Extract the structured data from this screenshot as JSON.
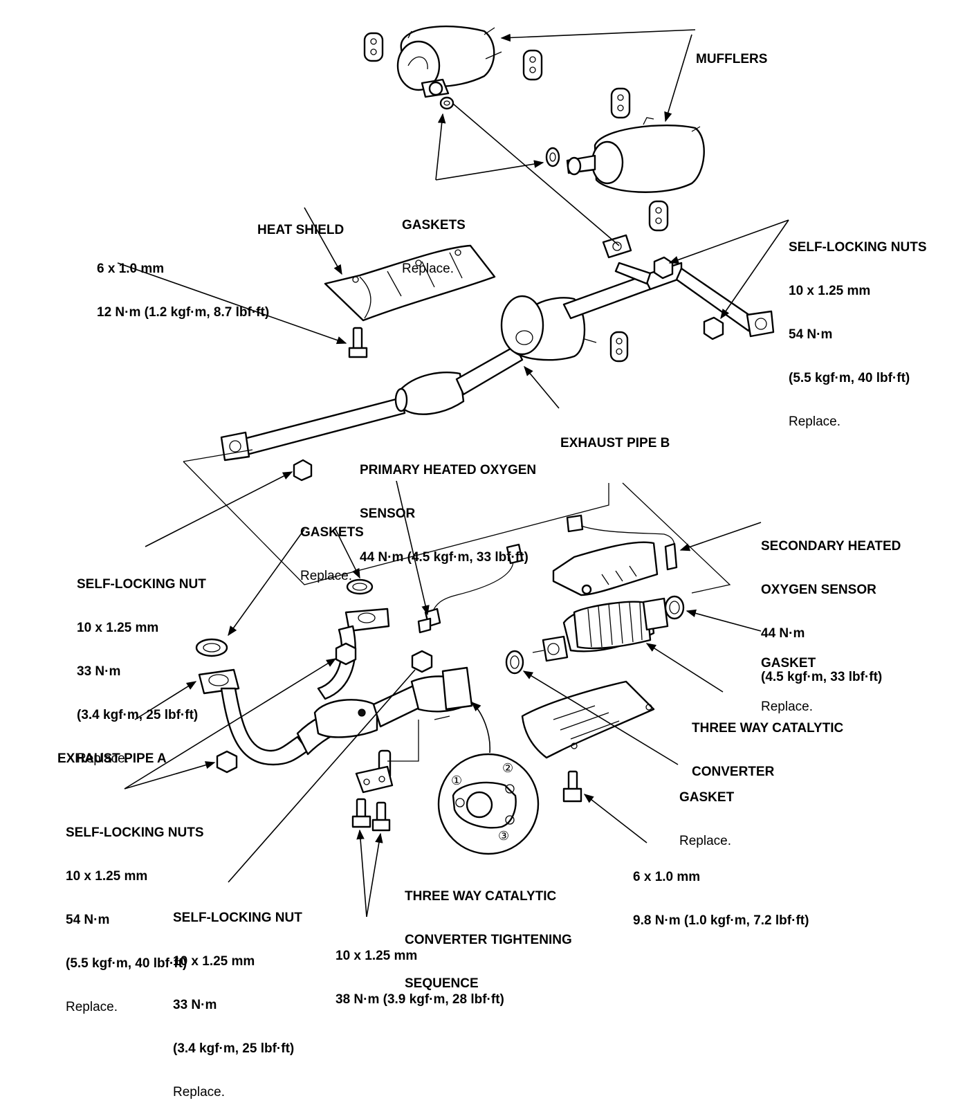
{
  "labels": {
    "mufflers": {
      "title": "MUFFLERS"
    },
    "gaskets_top": {
      "title": "GASKETS",
      "note": "Replace."
    },
    "heat_shield": {
      "title": "HEAT SHIELD"
    },
    "bolt_6x1_top": {
      "size": "6 x 1.0 mm",
      "torque": "12 N·m (1.2 kgf·m, 8.7 lbf·ft)"
    },
    "nuts_top_right": {
      "title": "SELF-LOCKING NUTS",
      "size": "10 x 1.25 mm",
      "torque": "54 N·m",
      "torque_alt": "(5.5 kgf·m, 40 lbf·ft)",
      "note": "Replace."
    },
    "exhaust_pipe_b": {
      "title": "EXHAUST PIPE B"
    },
    "primary_sensor": {
      "title": "PRIMARY HEATED OXYGEN",
      "title2": "SENSOR",
      "torque": "44 N·m (4.5 kgf·m, 33 lbf·ft)"
    },
    "gaskets_mid": {
      "title": "GASKETS",
      "note": "Replace."
    },
    "nut_left": {
      "title": "SELF-LOCKING NUT",
      "size": "10 x 1.25 mm",
      "torque": "33 N·m",
      "torque_alt": "(3.4 kgf·m, 25 lbf·ft)",
      "note": "Replace."
    },
    "secondary_sensor": {
      "title": "SECONDARY HEATED",
      "title2": "OXYGEN SENSOR",
      "torque": "44 N·m",
      "torque_alt": "(4.5 kgf·m, 33 lbf·ft)"
    },
    "gasket_right": {
      "title": "GASKET",
      "note": "Replace."
    },
    "catalytic": {
      "title": "THREE WAY CATALYTIC",
      "title2": "CONVERTER"
    },
    "exhaust_pipe_a": {
      "title": "EXHAUST PIPE A"
    },
    "gasket_lower": {
      "title": "GASKET",
      "note": "Replace."
    },
    "nuts_lower_left": {
      "title": "SELF-LOCKING NUTS",
      "size": "10 x 1.25 mm",
      "torque": "54 N·m",
      "torque_alt": "(5.5 kgf·m, 40 lbf·ft)",
      "note": "Replace."
    },
    "bolt_6x1_lower": {
      "size": "6 x 1.0 mm",
      "torque": "9.8 N·m (1.0 kgf·m, 7.2 lbf·ft)"
    },
    "sequence": {
      "title": "THREE WAY CATALYTIC",
      "title2": "CONVERTER TIGHTENING",
      "title3": "SEQUENCE"
    },
    "nut_bottom": {
      "title": "SELF-LOCKING NUT",
      "size": "10 x 1.25 mm",
      "torque": "33 N·m",
      "torque_alt": "(3.4 kgf·m, 25 lbf·ft)",
      "note": "Replace."
    },
    "bolts_bottom": {
      "size": "10 x 1.25 mm",
      "torque": "38 N·m (3.9 kgf·m, 28 lbf·ft)"
    }
  },
  "sequence_steps": [
    "①",
    "②",
    "③"
  ]
}
